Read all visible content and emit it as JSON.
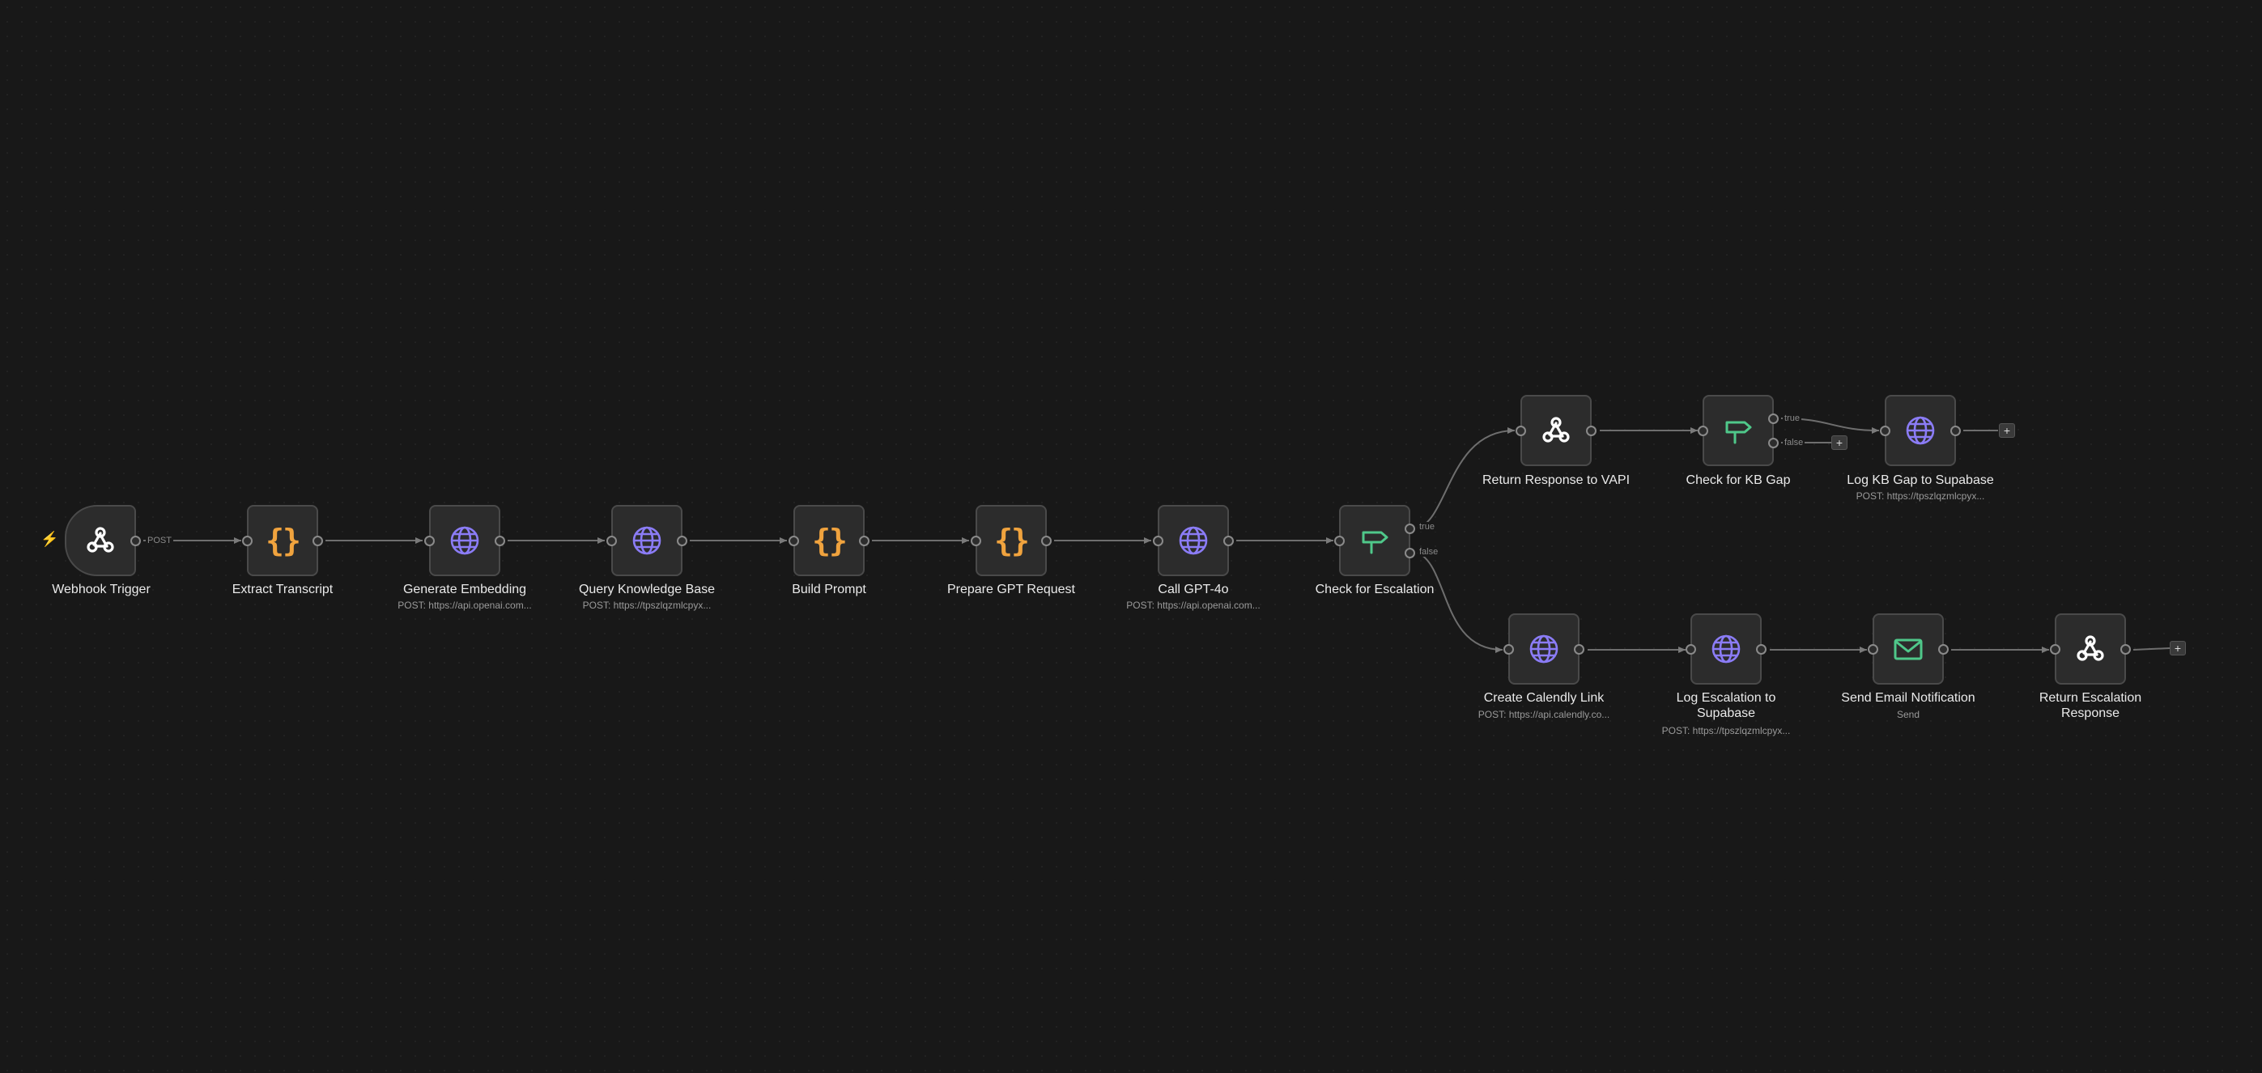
{
  "nodes": {
    "webhook_trigger": {
      "label": "Webhook Trigger",
      "icon": "webhook-icon"
    },
    "extract_transcript": {
      "label": "Extract Transcript",
      "icon": "code-braces-icon",
      "icon_glyph": "{}"
    },
    "generate_embedding": {
      "label": "Generate Embedding",
      "sublabel": "POST: https://api.openai.com...",
      "icon": "globe-icon"
    },
    "query_knowledge_base": {
      "label": "Query Knowledge Base",
      "sublabel": "POST: https://tpszlqzmlcpyx...",
      "icon": "globe-icon"
    },
    "build_prompt": {
      "label": "Build Prompt",
      "icon": "code-braces-icon",
      "icon_glyph": "{}"
    },
    "prepare_gpt_request": {
      "label": "Prepare GPT Request",
      "icon": "code-braces-icon",
      "icon_glyph": "{}"
    },
    "call_gpt4o": {
      "label": "Call GPT-4o",
      "sublabel": "POST: https://api.openai.com...",
      "icon": "globe-icon"
    },
    "check_for_escalation": {
      "label": "Check for Escalation",
      "icon": "signpost-icon"
    },
    "return_response_vapi": {
      "label": "Return Response to VAPI",
      "icon": "webhook-icon"
    },
    "check_kb_gap": {
      "label": "Check for KB Gap",
      "icon": "signpost-icon"
    },
    "log_kb_gap": {
      "label": "Log KB Gap to Supabase",
      "sublabel": "POST: https://tpszlqzmlcpyx...",
      "icon": "globe-icon"
    },
    "create_calendly_link": {
      "label": "Create Calendly Link",
      "sublabel": "POST: https://api.calendly.co...",
      "icon": "globe-icon"
    },
    "log_escalation": {
      "label_line1": "Log Escalation to",
      "label_line2": "Supabase",
      "sublabel": "POST: https://tpszlqzmlcpyx...",
      "icon": "globe-icon"
    },
    "send_email": {
      "label": "Send Email Notification",
      "sublabel": "Send",
      "icon": "mail-icon"
    },
    "return_escalation": {
      "label_line1": "Return Escalation",
      "label_line2": "Response",
      "icon": "webhook-icon"
    }
  },
  "edge_labels": {
    "post": "POST",
    "true": "true",
    "false": "false"
  },
  "plus_label": "+",
  "trigger_marker": "⚡",
  "colors": {
    "background": "#181818",
    "node_fill": "#2c2c2c",
    "node_border": "#4a4a4a",
    "edge": "#6e6e6e",
    "globe": "#8b7cf6",
    "braces": "#f0a33e",
    "signpost": "#4fc88a",
    "mail": "#4fc88a",
    "webhook": "#ffffff",
    "trigger_bolt": "#e05a5a"
  }
}
